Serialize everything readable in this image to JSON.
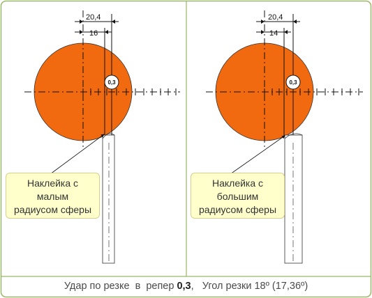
{
  "left_panel": {
    "dim_top": "20,4",
    "dim_bottom": "16",
    "marker": "0,3",
    "note_line1": "Наклейка с",
    "note_line2": "малым",
    "note_line3": "радиусом сферы"
  },
  "right_panel": {
    "dim_top": "20,4",
    "dim_bottom": "14",
    "marker": "0,3",
    "note_line1": "Наклейка с",
    "note_line2": "большим",
    "note_line3": "радиусом сферы"
  },
  "caption": {
    "part1": "Удар по резке  в  репер ",
    "bold": "0,3",
    "part2": ",   Угол резки 18º (17,36º)"
  },
  "colors": {
    "ball": "#f26a0f",
    "frame": "#9ab86a",
    "note_fill": "#ffffcc"
  }
}
